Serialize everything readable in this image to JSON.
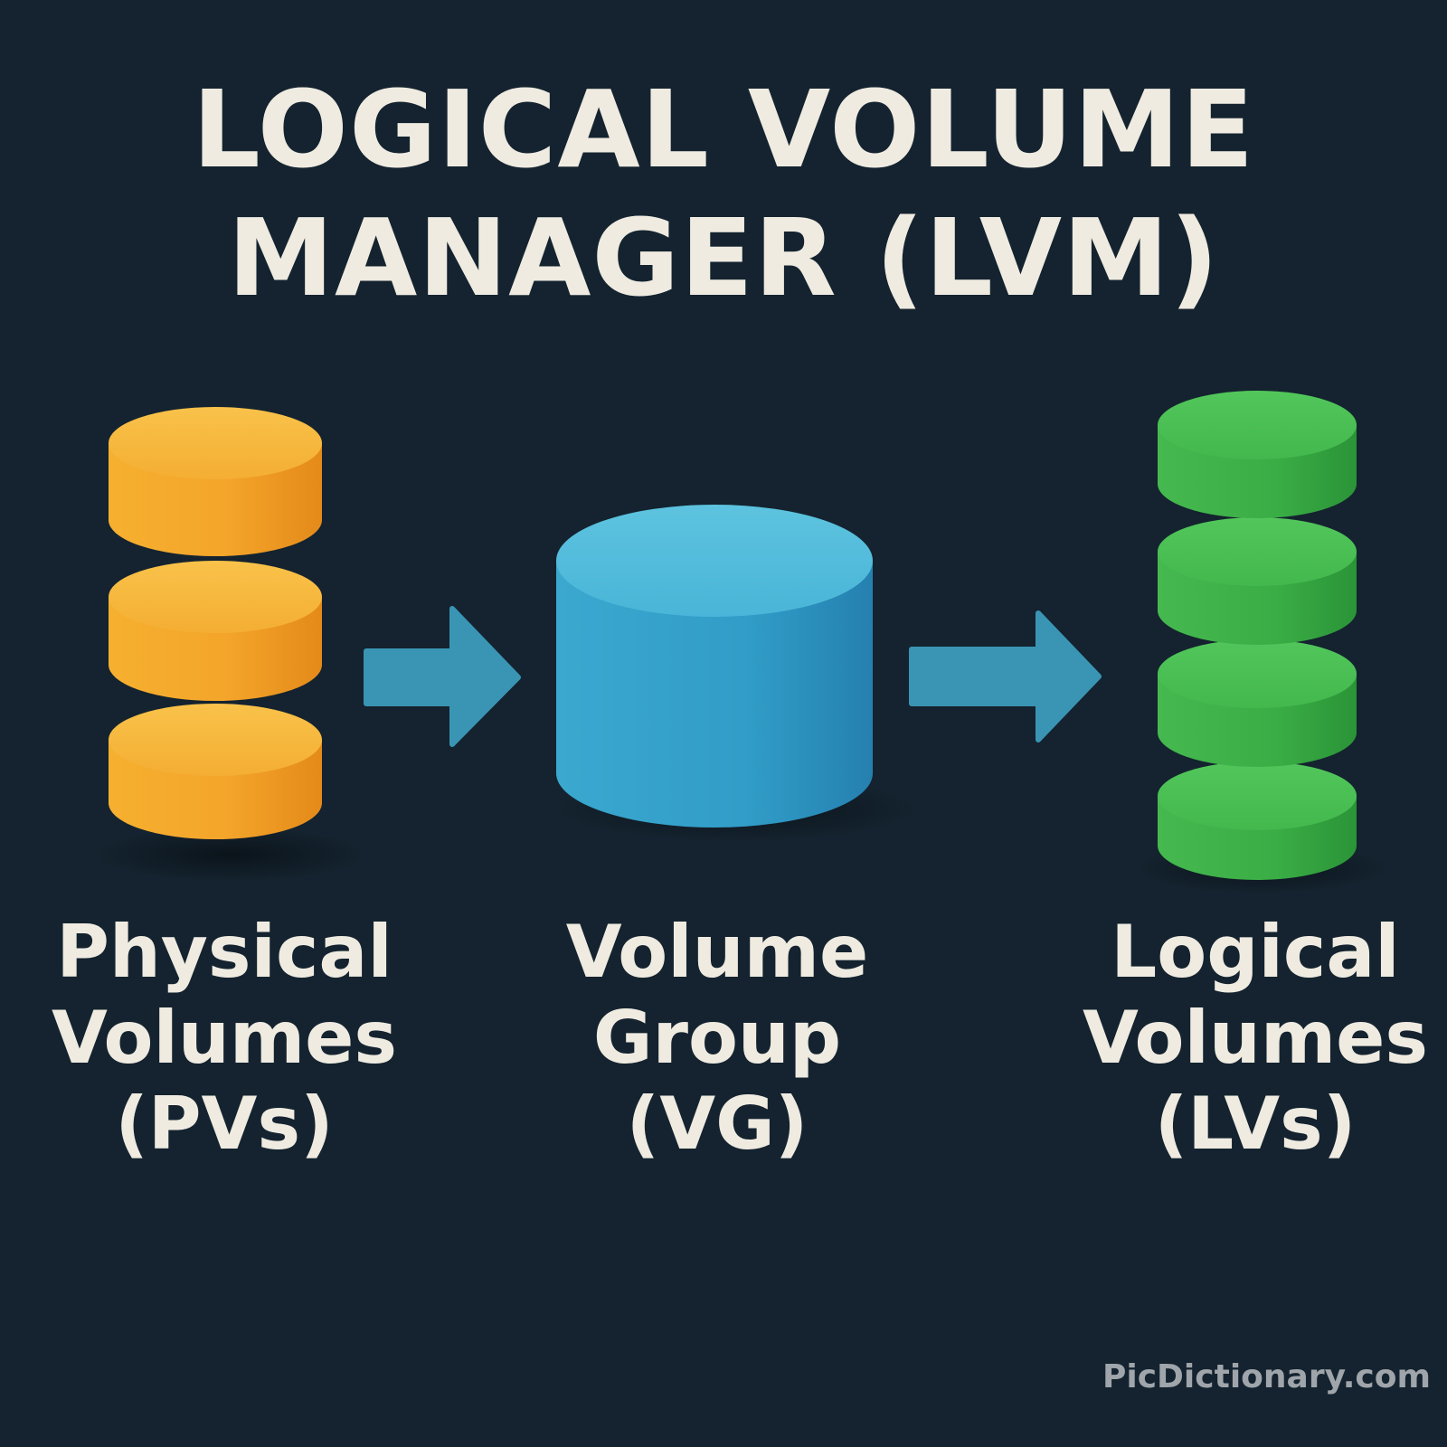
{
  "title": {
    "line1": "LOGICAL VOLUME",
    "line2": "MANAGER (LVM)"
  },
  "stages": [
    {
      "id": "pv",
      "label": [
        "Physical",
        "Volumes",
        "(PVs)"
      ],
      "icon": "stacked-disks-icon",
      "disk_count": 3,
      "color": "#f5a623"
    },
    {
      "id": "vg",
      "label": [
        "Volume",
        "Group",
        "(VG)"
      ],
      "icon": "single-cylinder-icon",
      "disk_count": 1,
      "color": "#3fa9d4"
    },
    {
      "id": "lv",
      "label": [
        "Logical",
        "Volumes",
        "(LVs)"
      ],
      "icon": "stacked-disks-icon",
      "disk_count": 4,
      "color": "#3dba4a"
    }
  ],
  "arrows": [
    {
      "from": "pv",
      "to": "vg",
      "icon": "right-arrow-icon",
      "color": "#3a95b5"
    },
    {
      "from": "vg",
      "to": "lv",
      "icon": "right-arrow-icon",
      "color": "#3a95b5"
    }
  ],
  "watermark": "PicDictionary.com"
}
